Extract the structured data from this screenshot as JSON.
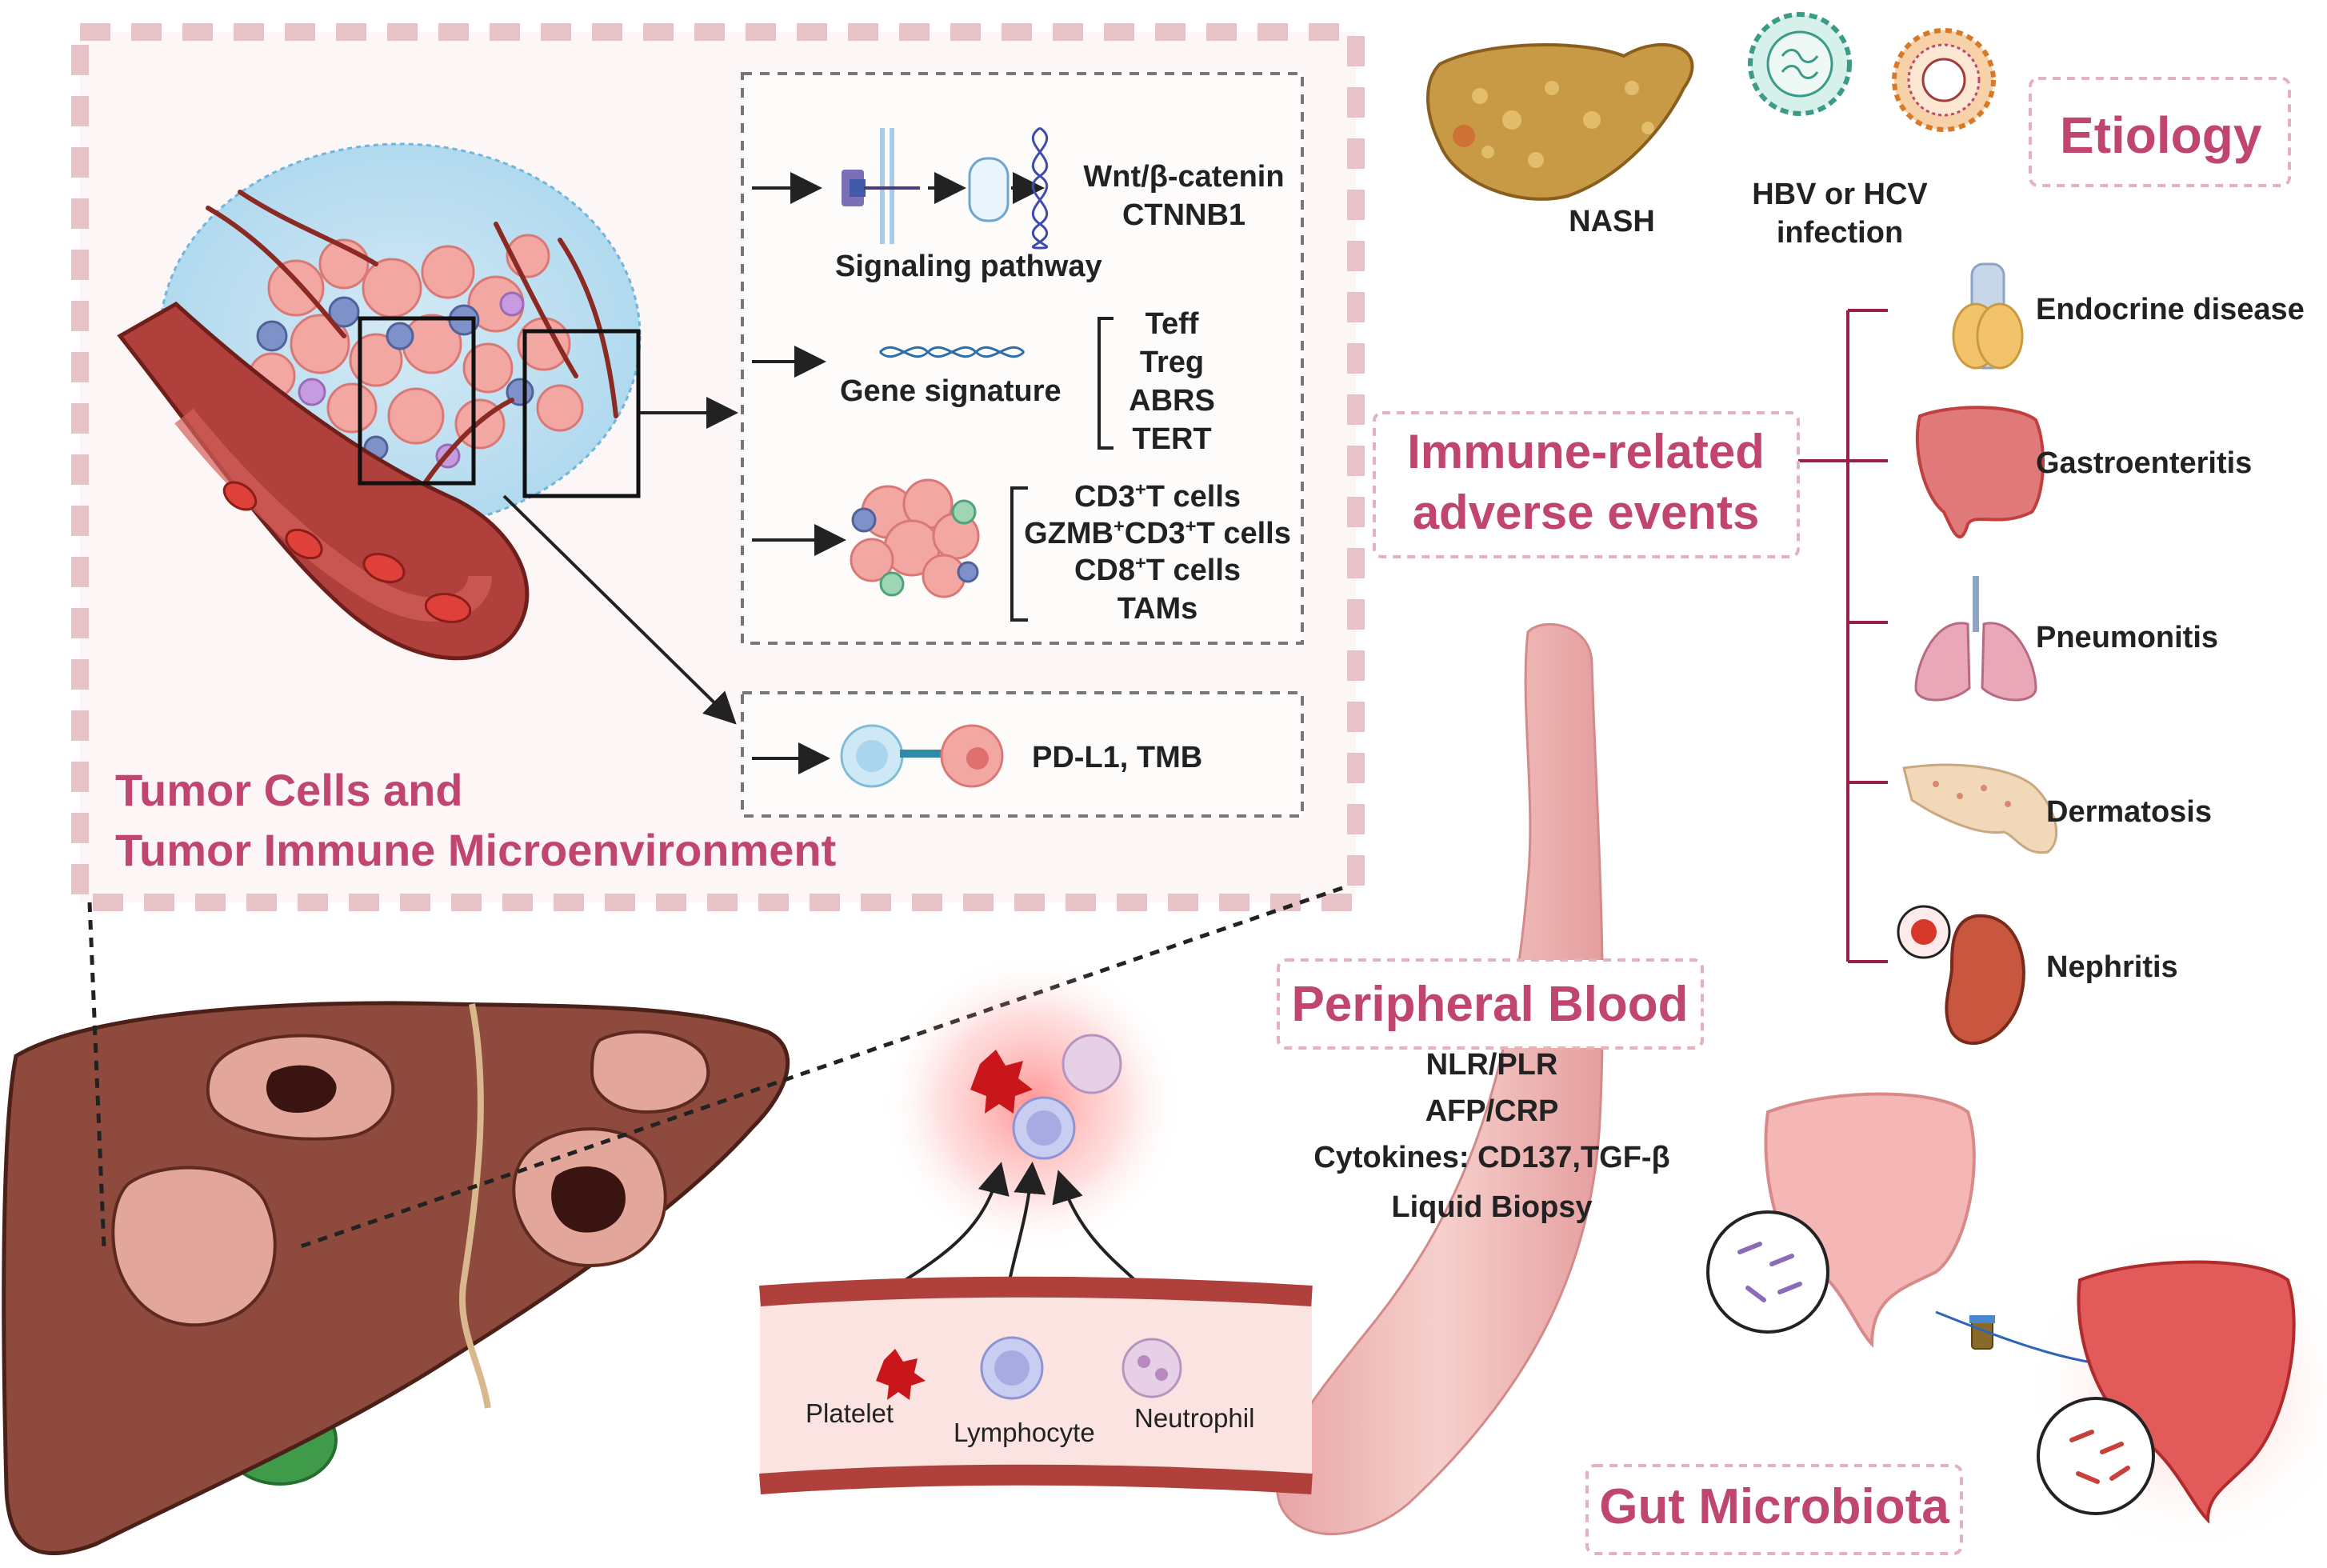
{
  "tme": {
    "title_line1": "Tumor Cells and",
    "title_line2": "Tumor Immune Microenvironment",
    "signaling": {
      "line1": "Wnt/β-catenin",
      "line2": "CTNNB1",
      "caption": "Signaling pathway"
    },
    "gene_signature": {
      "caption": "Gene signature",
      "items": [
        "Teff",
        "Treg",
        "ABRS",
        "TERT"
      ]
    },
    "cells": {
      "items": [
        {
          "pre": "CD3",
          "sup": "+",
          "post": "T cells"
        },
        {
          "pre": "GZMB",
          "sup": "+",
          "mid": "CD3",
          "sup2": "+",
          "post": "T cells"
        },
        {
          "pre": "CD8",
          "sup": "+",
          "post": "T cells"
        },
        {
          "pre": "TAMs",
          "sup": "",
          "post": ""
        }
      ]
    },
    "pdl1": {
      "label": "PD-L1, TMB"
    }
  },
  "etiology": {
    "title": "Etiology",
    "nash": "NASH",
    "virus_line1": "HBV or HCV",
    "virus_line2": "infection"
  },
  "irae": {
    "title_line1": "Immune-related",
    "title_line2": "adverse events",
    "items": [
      "Endocrine disease",
      "Gastroenteritis",
      "Pneumonitis",
      "Dermatosis",
      "Nephritis"
    ]
  },
  "peripheral_blood": {
    "title": "Peripheral Blood",
    "markers": [
      "NLR/PLR",
      "AFP/CRP",
      "Cytokines: CD137,TGF-β",
      "Liquid Biopsy"
    ],
    "cells": [
      "Platelet",
      "Lymphocyte",
      "Neutrophil"
    ]
  },
  "gut": {
    "title": "Gut Microbiota"
  },
  "colors": {
    "accent": "#c0456f",
    "panel_border": "#e7c3c8",
    "liver": "#8e4a3c",
    "vessel": "#b0403c"
  }
}
